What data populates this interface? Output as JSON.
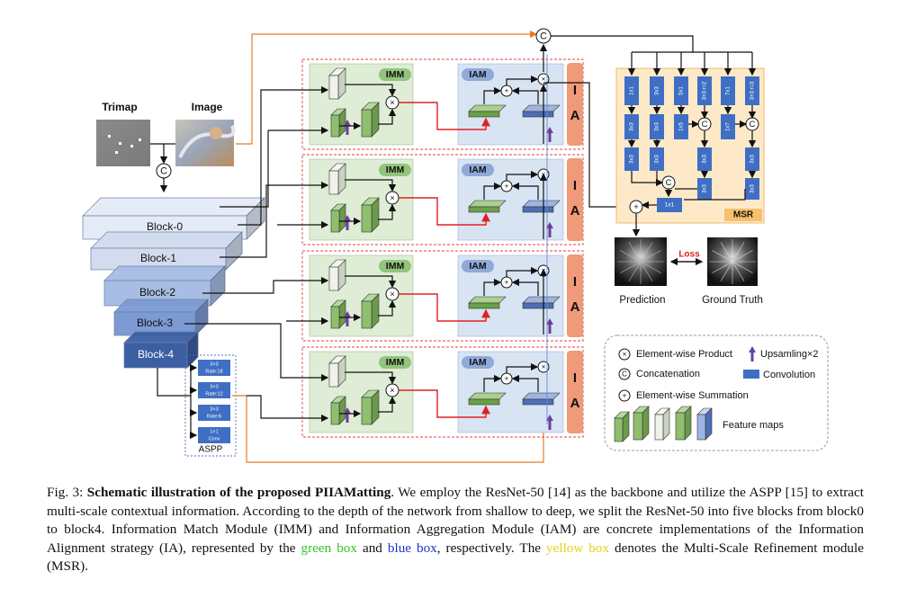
{
  "inputs": {
    "trimap_label": "Trimap",
    "image_label": "Image"
  },
  "backbone": {
    "blocks": [
      "Block-0",
      "Block-1",
      "Block-2",
      "Block-3",
      "Block-4"
    ]
  },
  "aspp": {
    "label": "ASPP",
    "branches": [
      {
        "line1": "3×3",
        "line2": "Rate:18"
      },
      {
        "line1": "3×3",
        "line2": "Rate:12"
      },
      {
        "line1": "3×3",
        "line2": "Rate:6"
      },
      {
        "line1": "1×1",
        "line2": "Conv"
      }
    ]
  },
  "modules": {
    "imm": "IMM",
    "iam": "IAM",
    "ia_letters": [
      "I",
      "A"
    ]
  },
  "msr": {
    "label": "MSR",
    "top_row": [
      "1x1",
      "3x3",
      "5x1",
      "3×3 r=2",
      "7x1",
      "3×3 r=3"
    ],
    "second_row": [
      "3x3",
      "3x3",
      "1x5",
      "1x7"
    ],
    "third_row": [
      "3x3",
      "3x3",
      "3x3",
      "3x3"
    ],
    "fourth_row": [
      "3x3",
      "3x3"
    ],
    "fuse": "1x1"
  },
  "outputs": {
    "prediction": "Prediction",
    "ground_truth": "Ground Truth",
    "loss": "Loss"
  },
  "legend": {
    "product": "Element-wise Product",
    "upsampling": "Upsamling×2",
    "concat": "Concatenation",
    "convolution": "Convolution",
    "summation": "Element-wise Summation",
    "feature_maps": "Feature maps"
  },
  "symbols": {
    "concat": "C",
    "product": "×",
    "sum": "+"
  },
  "caption": {
    "prefix": "Fig. 3: ",
    "title": "Schematic illustration of the proposed PIIAMatting",
    "text1": ". We employ the ResNet-50 [14] as the backbone and utilize the ASPP [15] to extract multi-scale contextual information. According to the depth of the network from shallow to deep, we split the ResNet-50 into five blocks from block0 to block4. Information Match Module (IMM) and Information Aggregation Module (IAM) are concrete implementations of the Information Alignment strategy (IA), represented by the ",
    "green": "green box",
    "text2": " and ",
    "blue": "blue box",
    "text3": ", respectively. The ",
    "yellow": "yellow box",
    "text4": " denotes the Multi-Scale Refinement module (MSR)."
  },
  "colors": {
    "imm_bg": "#dfedd6",
    "iam_bg": "#d9e4f3",
    "ia_bar": "#ef9a78",
    "msr_bg": "#fde9c8",
    "conv_blue": "#3f6fc4",
    "orange_line": "#e57b24",
    "red_line": "#e02020",
    "block_shades": [
      "#e4ebf7",
      "#d2dcee",
      "#a7bde4",
      "#7c9bd2",
      "#3c5ea3"
    ]
  }
}
